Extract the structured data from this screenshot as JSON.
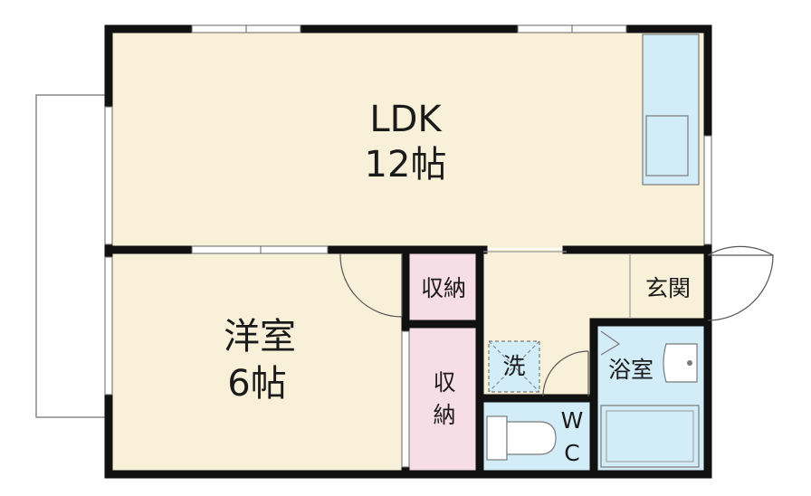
{
  "rooms": {
    "ldk": {
      "name": "LDK",
      "size": "12帖"
    },
    "western": {
      "name": "洋室",
      "size": "6帖"
    },
    "storage_top": {
      "name": "収納"
    },
    "storage_side": {
      "line1": "収",
      "line2": "納"
    },
    "entrance": {
      "name": "玄関"
    },
    "bath": {
      "name": "浴室"
    },
    "washer": {
      "name": "洗"
    },
    "toilet": {
      "line1": "W",
      "line2": "C"
    }
  },
  "colors": {
    "wall": "#111111",
    "room_fill": "#f8f0d8",
    "storage_fill": "#f6dde6",
    "wet_fill": "#d2ecf8",
    "balcony_line": "#888888"
  }
}
